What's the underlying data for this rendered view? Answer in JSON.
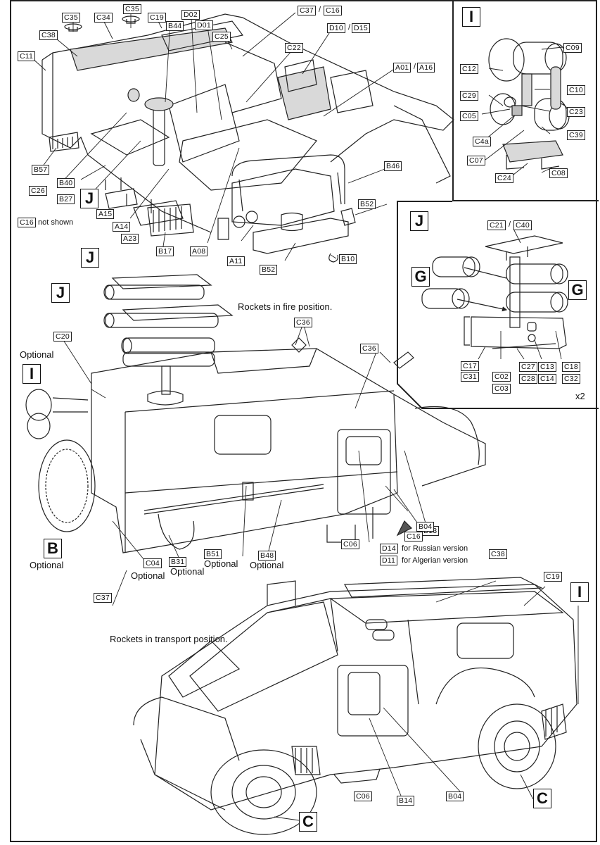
{
  "document": {
    "type": "model kit assembly instructions",
    "captions": {
      "fire_position": "Rockets in fire position.",
      "transport_position": "Rockets in transport position.",
      "c16_note_part": "C16",
      "c16_note_text": "not shown",
      "russian_version_part": "D14",
      "russian_version_text": "for Russian version",
      "algerian_version_part": "D11",
      "algerian_version_text": "for Algerian version",
      "multiplier": "x2",
      "optional": "Optional"
    },
    "callout_markers": {
      "I": "I",
      "J": "J",
      "G": "G",
      "B": "B",
      "C": "C"
    },
    "top_assembly_labels": {
      "C35a": "C35",
      "C35b": "C35",
      "C34": "C34",
      "C19": "C19",
      "C38": "C38",
      "B44": "B44",
      "D02": "D02",
      "D01": "D01",
      "C25": "C25",
      "C11": "C11",
      "C37": "C37",
      "C16": "C16",
      "D10": "D10",
      "D15": "D15",
      "C22": "C22",
      "A01": "A01",
      "A16": "A16",
      "B57": "B57",
      "B40": "B40",
      "C26": "C26",
      "B27": "B27",
      "A15": "A15",
      "A14": "A14",
      "A23": "A23",
      "B17": "B17",
      "A08": "A08",
      "A11": "A11",
      "B46": "B46",
      "B52a": "B52",
      "B52b": "B52",
      "B10": "B10"
    },
    "inset_I_labels": {
      "C09": "C09",
      "C12": "C12",
      "C10": "C10",
      "C29": "C29",
      "C23": "C23",
      "C05": "C05",
      "C39": "C39",
      "C4a": "C4a",
      "C07": "C07",
      "C24": "C24",
      "C08": "C08"
    },
    "inset_J_labels": {
      "C21": "C21",
      "C40": "C40",
      "C17": "C17",
      "C31": "C31",
      "C02": "C02",
      "C03": "C03",
      "C27": "C27",
      "C28": "C28",
      "C13": "C13",
      "C14": "C14",
      "C18": "C18",
      "C32": "C32"
    },
    "middle_assembly_labels": {
      "C20": "C20",
      "C36a": "C36",
      "C36b": "C36",
      "B13": "B13",
      "B04": "B04",
      "C16": "C16",
      "C06": "C06",
      "C04": "C04",
      "B31": "B31",
      "B51": "B51",
      "B48": "B48",
      "C37": "C37"
    },
    "bottom_assembly_labels": {
      "C38": "C38",
      "C19": "C19",
      "C06": "C06",
      "B14": "B14",
      "B04": "B04"
    }
  }
}
